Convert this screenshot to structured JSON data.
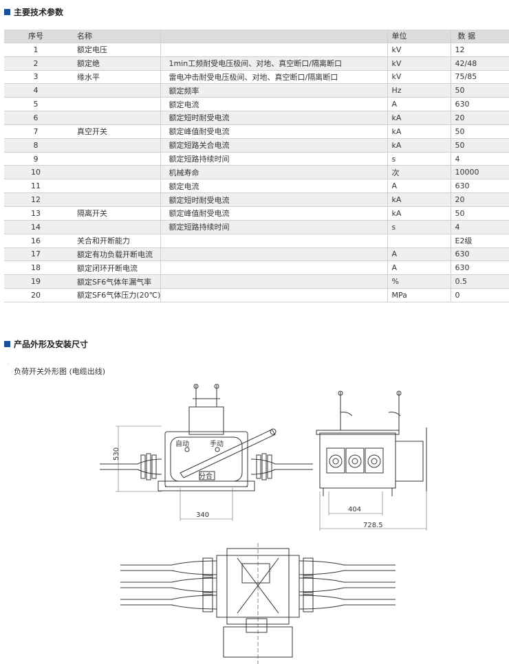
{
  "section1_title": "主要技术参数",
  "section2_title": "产品外形及安装尺寸",
  "table": {
    "headers": [
      "序号",
      "名称",
      "",
      "单位",
      "数 据"
    ],
    "rows": [
      {
        "no": "1",
        "name": "额定电压",
        "sub": "",
        "unit": "kV",
        "value": "12"
      },
      {
        "no": "2",
        "name": "额定绝",
        "sub": "1min工频耐受电压极间、对地、真空断口/隔离断口",
        "unit": "kV",
        "value": "42/48"
      },
      {
        "no": "3",
        "name": "缘水平",
        "sub": "雷电冲击耐受电压极间、对地、真空断口/隔离断口",
        "unit": "kV",
        "value": "75/85"
      },
      {
        "no": "4",
        "name": "",
        "sub": "额定频率",
        "unit": "Hz",
        "value": "50"
      },
      {
        "no": "5",
        "name": "",
        "sub": "额定电流",
        "unit": "A",
        "value": "630"
      },
      {
        "no": "6",
        "name": "",
        "sub": "额定短时耐受电流",
        "unit": "kA",
        "value": "20"
      },
      {
        "no": "7",
        "name": "真空开关",
        "sub": "额定峰值耐受电流",
        "unit": "kA",
        "value": "50"
      },
      {
        "no": "8",
        "name": "",
        "sub": "额定短路关合电流",
        "unit": "kA",
        "value": "50"
      },
      {
        "no": "9",
        "name": "",
        "sub": "额定短路持续时间",
        "unit": "s",
        "value": "4"
      },
      {
        "no": "10",
        "name": "",
        "sub": "机械寿命",
        "unit": "次",
        "value": "10000"
      },
      {
        "no": "11",
        "name": "",
        "sub": "额定电流",
        "unit": "A",
        "value": "630"
      },
      {
        "no": "12",
        "name": "",
        "sub": "额定短时耐受电流",
        "unit": "kA",
        "value": "20"
      },
      {
        "no": "13",
        "name": "隔离开关",
        "sub": "额定峰值耐受电流",
        "unit": "kA",
        "value": "50"
      },
      {
        "no": "14",
        "name": "",
        "sub": "额定短路持续时间",
        "unit": "s",
        "value": "4"
      },
      {
        "no": "16",
        "name": "关合和开断能力",
        "sub": "",
        "unit": "",
        "value": "E2级"
      },
      {
        "no": "17",
        "name": "额定有功负载开断电流",
        "sub": "",
        "unit": "A",
        "value": "630"
      },
      {
        "no": "18",
        "name": "额定闭环开断电流",
        "sub": "",
        "unit": "A",
        "value": "630"
      },
      {
        "no": "19",
        "name": "额定SF6气体年漏气率",
        "sub": "",
        "unit": "%",
        "value": "0.5"
      },
      {
        "no": "20",
        "name": "额定SF6气体压力(20℃)",
        "sub": "",
        "unit": "MPa",
        "value": "0"
      }
    ]
  },
  "drawing": {
    "caption": "负荷开关外形图 (电缆出线)",
    "label_auto": "自动",
    "label_manual": "手动",
    "label_open_close": "分合",
    "dim_height": "530",
    "dim_width_front": "340",
    "dim_width_side_inner": "404",
    "dim_width_side_total": "728.5"
  }
}
